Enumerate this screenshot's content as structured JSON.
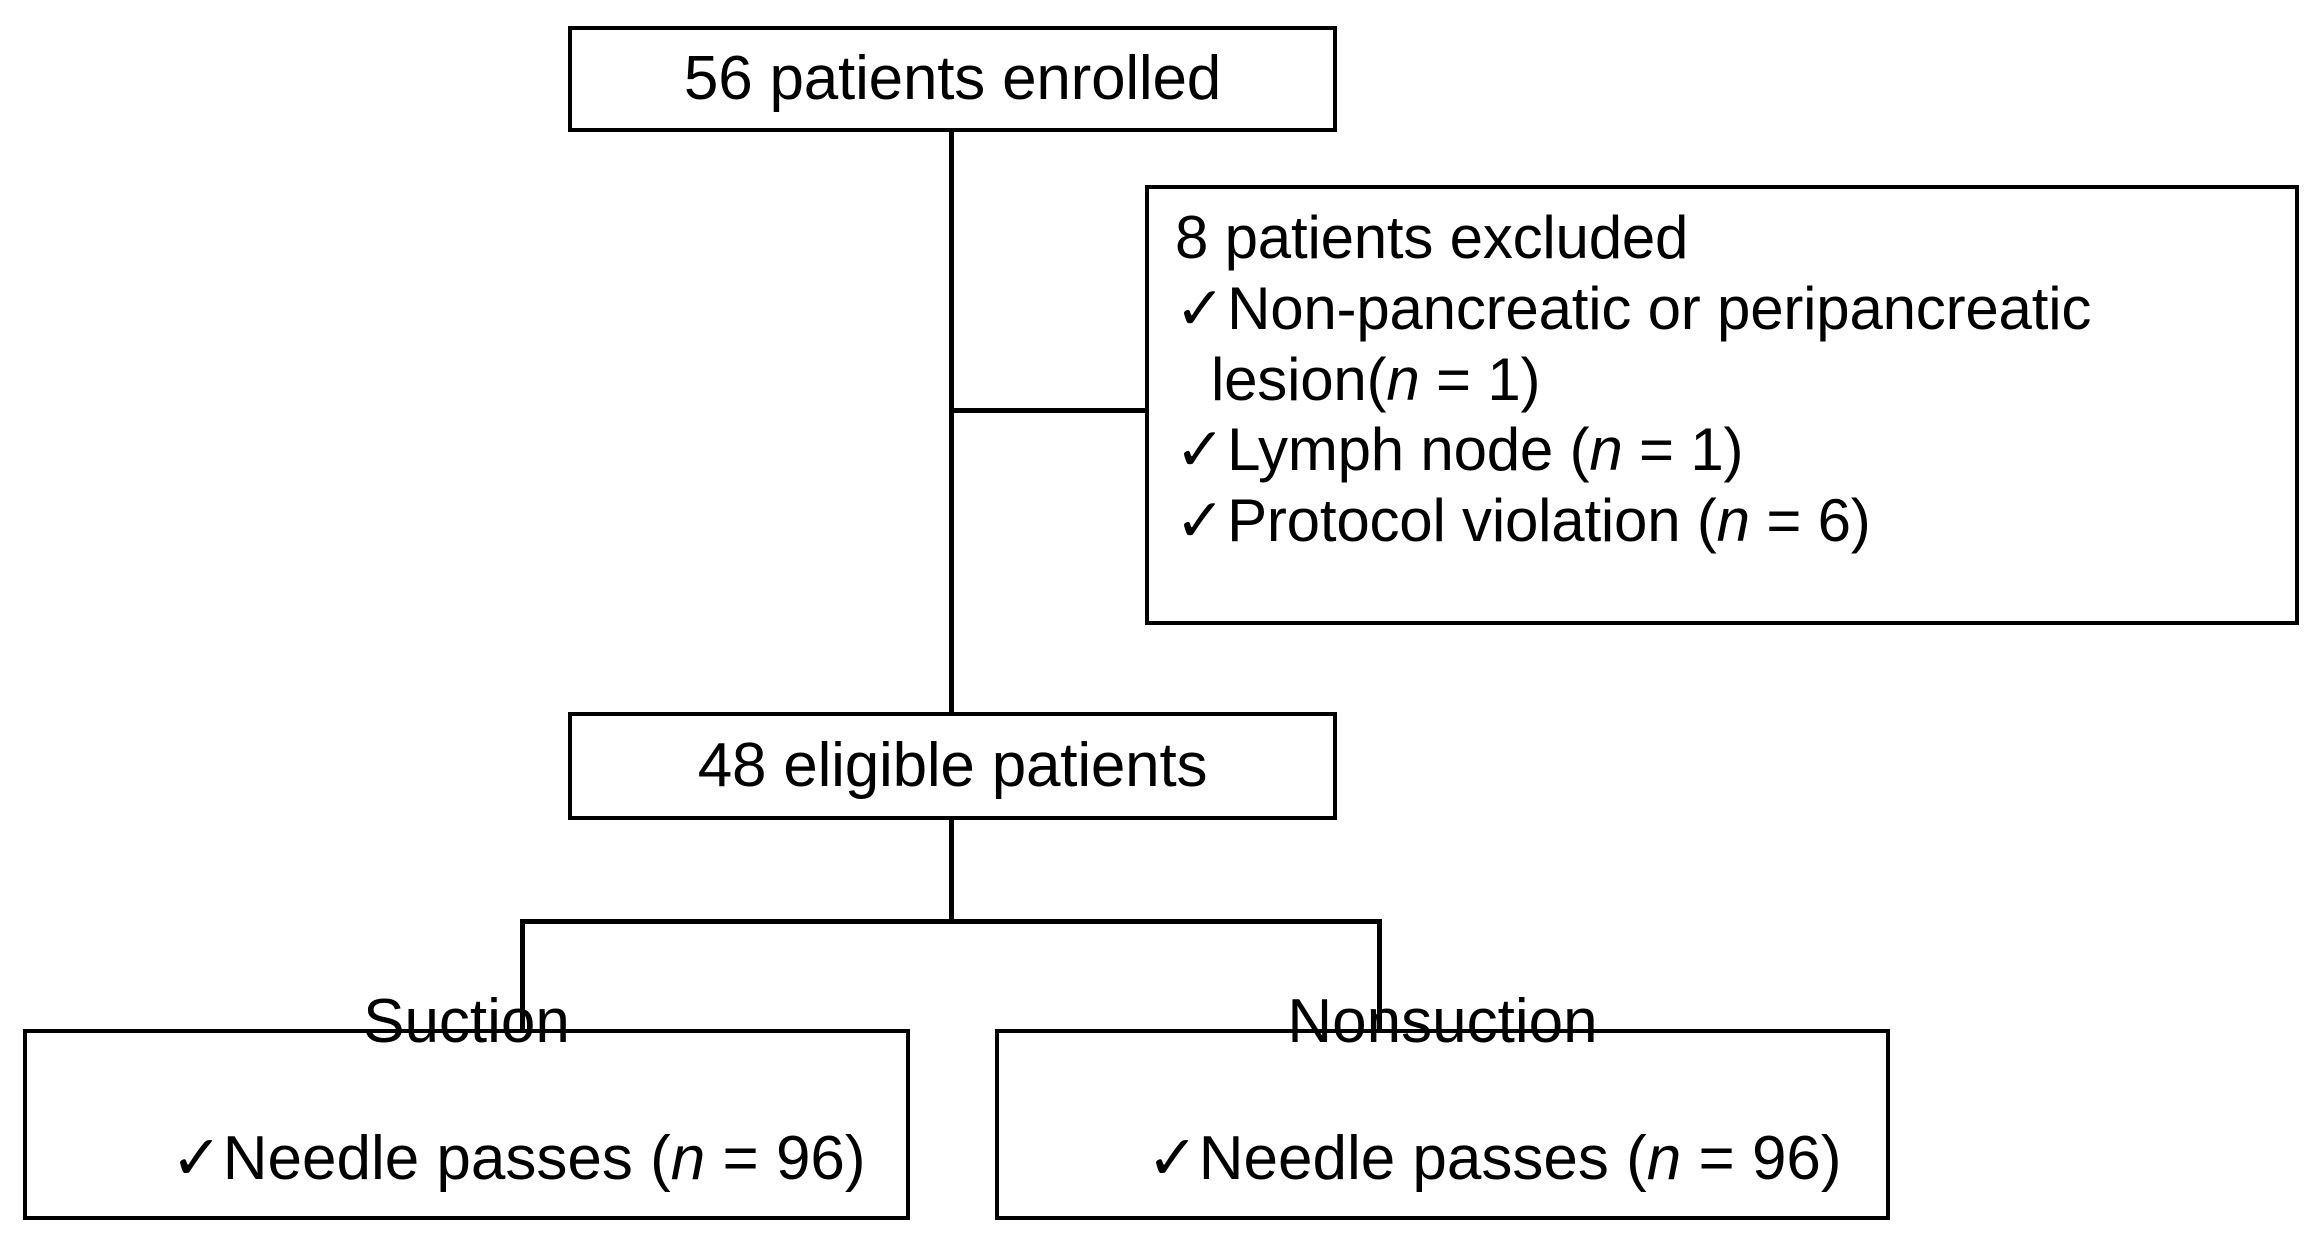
{
  "diagram": {
    "title": "Patient enrollment and allocation flow",
    "stroke_color": "#000000",
    "background_color": "#ffffff",
    "check_glyph": "✓",
    "nodes": {
      "enrolled": {
        "text": "56 patients enrolled",
        "count": 56
      },
      "excluded": {
        "heading": "8 patients excluded",
        "count": 8,
        "reasons": [
          {
            "label": "Non-pancreatic or peripancreatic lesion",
            "n_prefix": "(",
            "n_label": "n",
            "n_eq": " = ",
            "n_value": "1",
            "n_suffix": ")"
          },
          {
            "label": "Lymph node",
            "n_prefix": "(",
            "n_label": "n",
            "n_eq": " = ",
            "n_value": "1",
            "n_suffix": ")"
          },
          {
            "label": "Protocol violation",
            "n_prefix": "(",
            "n_label": "n",
            "n_eq": " = ",
            "n_value": "6",
            "n_suffix": ")"
          }
        ]
      },
      "eligible": {
        "text": "48 eligible patients",
        "count": 48
      },
      "suction": {
        "title": "Suction",
        "detail_label": "Needle passes",
        "n_prefix": "(",
        "n_label": "n",
        "n_eq": " = ",
        "n_value": "96",
        "n_suffix": ")"
      },
      "nonsuction": {
        "title": "Nonsuction",
        "detail_label": "Needle passes",
        "n_prefix": "(",
        "n_label": "n",
        "n_eq": " = ",
        "n_value": "96",
        "n_suffix": ")"
      }
    }
  }
}
